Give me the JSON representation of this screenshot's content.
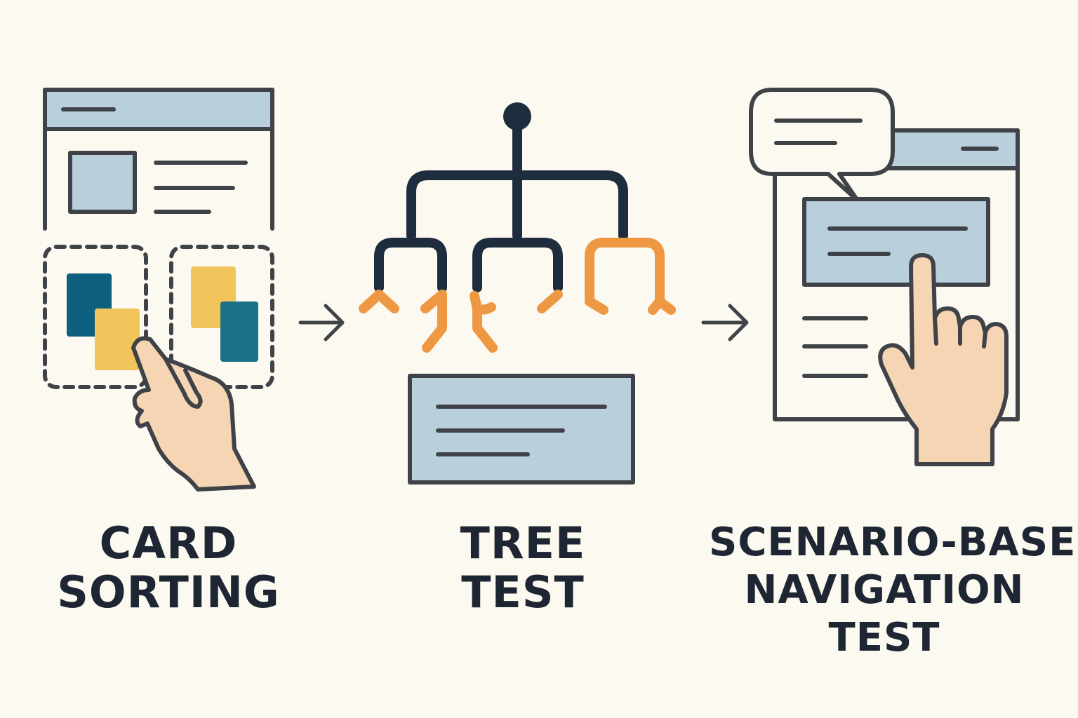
{
  "colors": {
    "background": "#fcf9f1",
    "ink": "#3f4347",
    "navy": "#1e2d3d",
    "panel": "#b9cfdc",
    "orange": "#ee9843",
    "teal_dark": "#0f607f",
    "teal": "#1b7186",
    "yellow": "#f2c45c",
    "skin": "#f6d5b4",
    "text": "#1d2632"
  },
  "steps": [
    {
      "id": "card-sorting",
      "lines": [
        "CARD",
        "SORTING"
      ],
      "icon": "card-sorting-icon"
    },
    {
      "id": "tree-test",
      "lines": [
        "TREE",
        "TEST"
      ],
      "icon": "tree-hierarchy-icon"
    },
    {
      "id": "scenario-based-navigation-test",
      "lines": [
        "SCENARIO-BASED",
        "NAVIGATION",
        "TEST"
      ],
      "icon": "scenario-navigation-icon"
    }
  ],
  "connectors": [
    "arrow-right-icon",
    "arrow-right-icon"
  ]
}
